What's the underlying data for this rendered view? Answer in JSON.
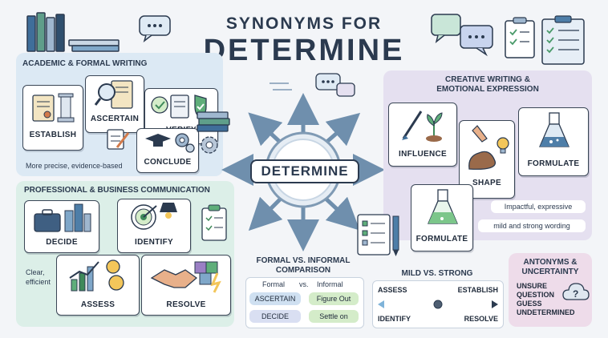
{
  "title": {
    "line1": "SYNONYMS FOR",
    "line2": "DETERMINE"
  },
  "center": {
    "label": "DETERMINE"
  },
  "academic": {
    "heading": "ACADEMIC & FORMAL WRITING",
    "cards": [
      "ESTABLISH",
      "ASCERTAIN",
      "VERIFY",
      "CONCLUDE"
    ],
    "note": "More precise, evidence-based"
  },
  "professional": {
    "heading": "PROFESSIONAL & BUSINESS COMMUNICATION",
    "cards": [
      "DECIDE",
      "IDENTIFY",
      "ASSESS",
      "RESOLVE"
    ],
    "note_line1": "Clear,",
    "note_line2": "efficient"
  },
  "creative": {
    "heading_line1": "CREATIVE WRITING &",
    "heading_line2": "EMOTIONAL EXPRESSION",
    "cards": [
      "INFLUENCE",
      "SHAPE",
      "FORMULATE",
      "FORMULATE"
    ],
    "note1": "Impactful, expressive",
    "note2": "mild and strong wording"
  },
  "formal_informal": {
    "heading_line1": "FORMAL VS. INFORMAL",
    "heading_line2": "COMPARISON",
    "col_formal": "Formal",
    "vs": "vs.",
    "col_informal": "Informal",
    "rows": [
      {
        "formal": "ASCERTAIN",
        "informal": "Figure Out"
      },
      {
        "formal": "DECIDE",
        "informal": "Settle on"
      }
    ]
  },
  "mild_strong": {
    "heading": "MILD VS. STRONG",
    "top_left": "ASSESS",
    "top_right": "ESTABLISH",
    "bottom_left": "IDENTIFY",
    "bottom_right": "RESOLVE"
  },
  "antonyms": {
    "heading_line1": "ANTONYMS &",
    "heading_line2": "UNCERTAINTY",
    "words": [
      "UNSURE",
      "QUESTION",
      "GUESS",
      "UNDETERMINED"
    ]
  },
  "colors": {
    "navy": "#2b3a4f",
    "academic_panel": "#dce9f4",
    "professional_panel": "#dcefe8",
    "creative_panel": "#e5e0f0",
    "antonyms_panel": "#eedcea",
    "formal_pill": "#cfe0f1",
    "informal_pill": "#d4ecc9"
  }
}
